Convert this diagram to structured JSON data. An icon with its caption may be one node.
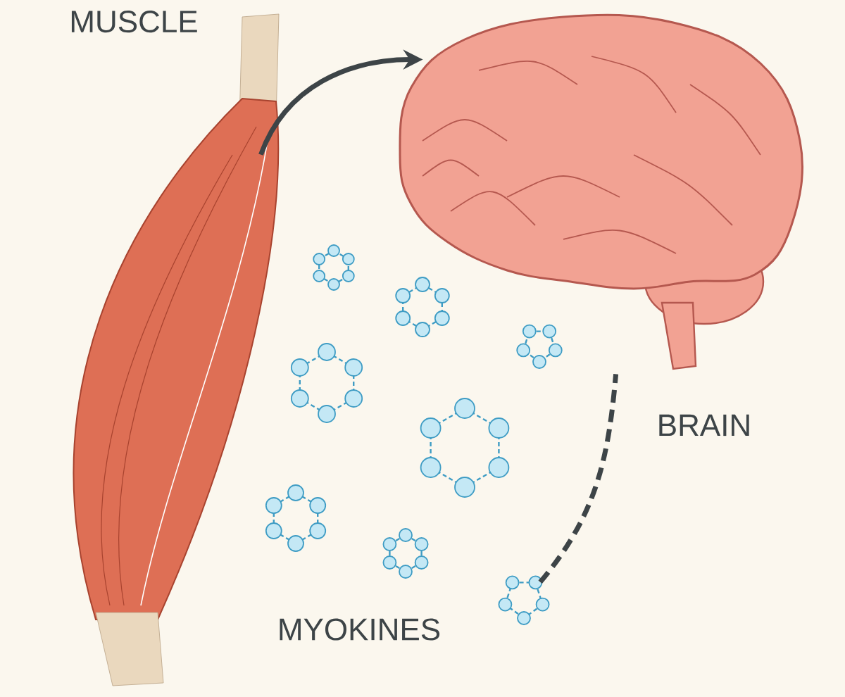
{
  "diagram": {
    "nodes": [
      {
        "text": [
          "MUSCLE"
        ]
      },
      {
        "text": [
          "BRAIN"
        ]
      },
      {
        "text": [],
        "shape": "picture"
      }
    ],
    "edges": [
      {
        "from": 0,
        "to": 1,
        "arrow": "to"
      },
      {
        "from": 2,
        "to": 1,
        "arrow": "none",
        "style": "dashed"
      }
    ],
    "labels": [
      "MYOKINES"
    ]
  }
}
